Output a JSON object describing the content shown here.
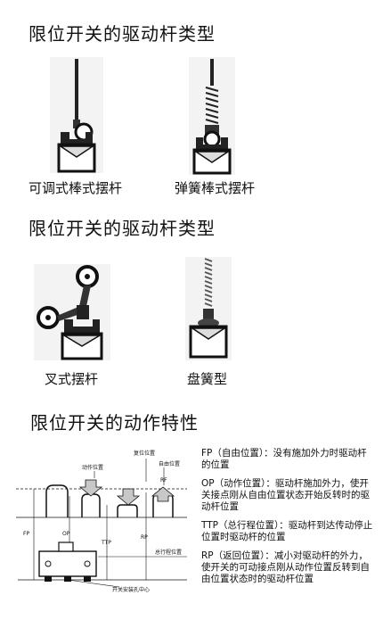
{
  "section1": {
    "title": "限位开关的驱动杆类型",
    "items": [
      {
        "caption": "可调式棒式摆杆",
        "icon": "adjustable-rod-lever-switch"
      },
      {
        "caption": "弹簧棒式摆杆",
        "icon": "spring-rod-lever-switch"
      }
    ]
  },
  "section2": {
    "title": "限位开关的驱动杆类型",
    "items": [
      {
        "caption": "叉式摆杆",
        "icon": "fork-lever-switch"
      },
      {
        "caption": "盘簧型",
        "icon": "coil-spring-switch"
      }
    ]
  },
  "section3": {
    "title": "限位开关的动作特性",
    "diagram": {
      "labels": {
        "free_position": "复位位置",
        "operating_position": "动作位置",
        "free_travel": "自由位置",
        "rf": "RF",
        "fp": "FP",
        "op": "OP",
        "ttp": "TTP",
        "rp": "RP",
        "total_travel": "总行程位置",
        "mount_center": "开关安装孔中心"
      }
    },
    "definitions": [
      {
        "term": "FP",
        "text": "（自由位置）：没有施加外力时驱动杆的位置"
      },
      {
        "term": "OP",
        "text": "（动作位置）：驱动杆施加外力，使开关接点刚从自由位置状态开始反转时的驱动杆位置"
      },
      {
        "term": "TTP",
        "text": "（总行程位置）：驱动杆到达传动停止位置时驱动杆的位置"
      },
      {
        "term": "RP",
        "text": "（返回位置）：减小对驱动杆的外力，使开关的可动接点刚从动作位置反转到自由位置状态时的驱动杆位置"
      }
    ]
  }
}
